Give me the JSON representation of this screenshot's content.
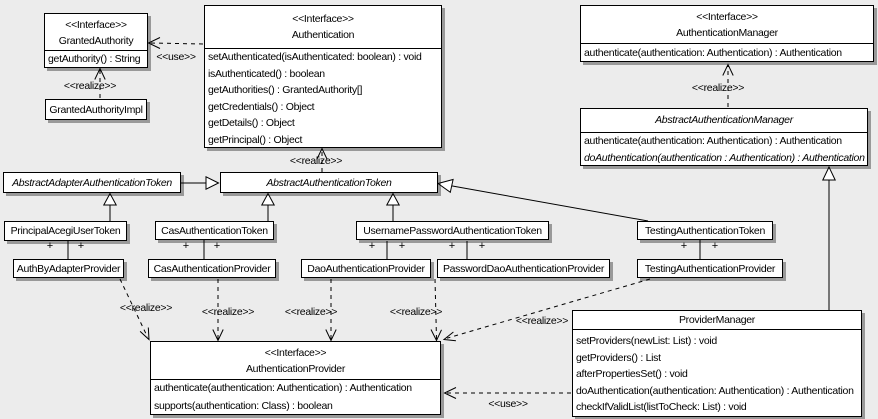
{
  "colors": {
    "background": "#ececec",
    "box_fill": "#ffffff",
    "line": "#000000"
  },
  "labels": {
    "realize": "<<realize>>",
    "use": "<<use>>",
    "plus": "+"
  },
  "classes": {
    "granted_authority": {
      "stereotype": "<<Interface>>",
      "name": "GrantedAuthority",
      "methods": [
        "getAuthority() : String"
      ]
    },
    "granted_authority_impl": {
      "name": "GrantedAuthorityImpl"
    },
    "authentication": {
      "stereotype": "<<Interface>>",
      "name": "Authentication",
      "methods": [
        "setAuthenticated(isAuthenticated: boolean) : void",
        "isAuthenticated() : boolean",
        "getAuthorities() : GrantedAuthority[]",
        "getCredentials() : Object",
        "getDetails() : Object",
        "getPrincipal() : Object"
      ]
    },
    "authentication_manager": {
      "stereotype": "<<Interface>>",
      "name": "AuthenticationManager",
      "methods": [
        "authenticate(authentication: Authentication) : Authentication"
      ]
    },
    "abstract_authentication_manager": {
      "name": "AbstractAuthenticationManager",
      "methods": [
        "authenticate(authentication: Authentication) : Authentication",
        "doAuthentication(authentication : Authentication) : Authentication"
      ]
    },
    "abstract_adapter_authentication_token": {
      "name": "AbstractAdapterAuthenticationToken"
    },
    "abstract_authentication_token": {
      "name": "AbstractAuthenticationToken"
    },
    "principal_acegi_user_token": {
      "name": "PrincipalAcegiUserToken"
    },
    "cas_authentication_token": {
      "name": "CasAuthenticationToken"
    },
    "username_password_authentication_token": {
      "name": "UsernamePasswordAuthenticationToken"
    },
    "testing_authentication_token": {
      "name": "TestingAuthenticationToken"
    },
    "auth_by_adapter_provider": {
      "name": "AuthByAdapterProvider"
    },
    "cas_authentication_provider": {
      "name": "CasAuthenticationProvider"
    },
    "dao_authentication_provider": {
      "name": "DaoAuthenticationProvider"
    },
    "password_dao_authentication_provider": {
      "name": "PasswordDaoAuthenticationProvider"
    },
    "testing_authentication_provider": {
      "name": "TestingAuthenticationProvider"
    },
    "authentication_provider": {
      "stereotype": "<<Interface>>",
      "name": "AuthenticationProvider",
      "methods": [
        "authenticate(authentication: Authentication) : Authentication",
        "supports(authentication: Class) : boolean"
      ]
    },
    "provider_manager": {
      "name": "ProviderManager",
      "methods": [
        "setProviders(newList: List) : void",
        "getProviders() : List",
        "afterPropertiesSet() : void",
        "doAuthentication(authentication: Authentication) : Authentication",
        "checkIfValidList(listToCheck: List) : void"
      ]
    }
  }
}
